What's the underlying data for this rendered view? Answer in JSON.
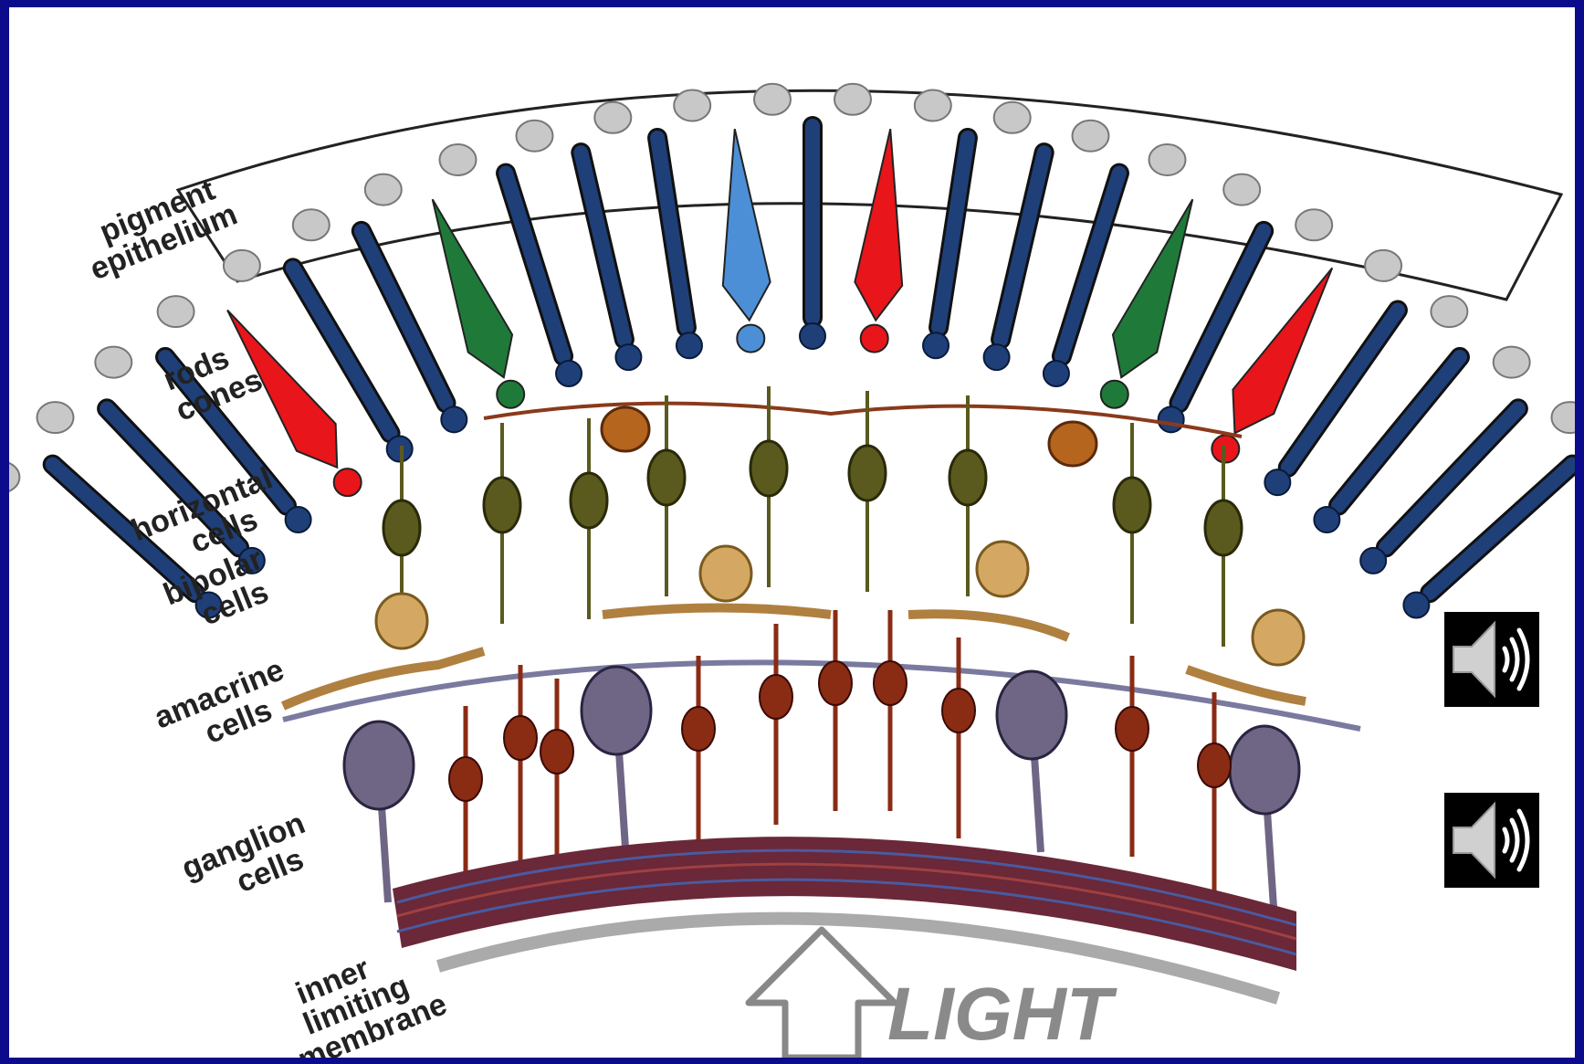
{
  "labels": {
    "pigment": [
      "pigment",
      "epithelium"
    ],
    "photoreceptors": [
      "rods",
      "cones"
    ],
    "horizontal": [
      "horizontal",
      "cells"
    ],
    "bipolar": [
      "bipolar",
      "cells"
    ],
    "amacrine": [
      "amacrine",
      "cells"
    ],
    "ganglion": [
      "ganglion",
      "cells"
    ],
    "membrane": [
      "inner",
      "limiting",
      "membrane"
    ],
    "light": "LIGHT"
  },
  "audio_buttons": [
    {
      "icon": "speaker-icon"
    },
    {
      "icon": "speaker-icon"
    }
  ],
  "colors": {
    "background": "#0b0b8c",
    "rod": "#1f3f78",
    "cone_red": "#e8151b",
    "cone_green": "#1f7a3a",
    "cone_blue": "#4c8fd6",
    "horizontal": "#b5651d",
    "bipolar": "#5a5a1e",
    "amacrine": "#d4a862",
    "ganglion_large": "#6f6685",
    "ganglion_small": "#8a2b14",
    "pigment": "#c8c8c8",
    "fibers": "#6a2838"
  }
}
